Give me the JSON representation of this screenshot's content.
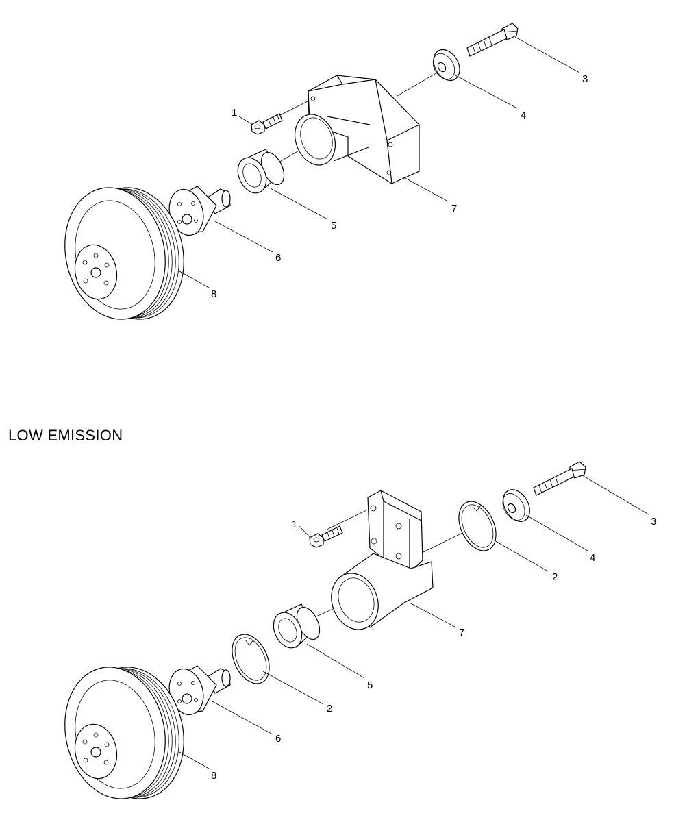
{
  "section_title": "LOW EMISSION",
  "top_assembly": {
    "callouts": {
      "bolt": "1",
      "bolt_long": "3",
      "washer": "4",
      "spacer": "5",
      "hub": "6",
      "housing": "7",
      "pulley": "8"
    }
  },
  "bottom_assembly": {
    "callouts": {
      "bolt": "1",
      "ring_rear": "2",
      "ring_front": "2",
      "bolt_long": "3",
      "washer": "4",
      "spacer": "5",
      "hub": "6",
      "housing": "7",
      "pulley": "8"
    }
  }
}
